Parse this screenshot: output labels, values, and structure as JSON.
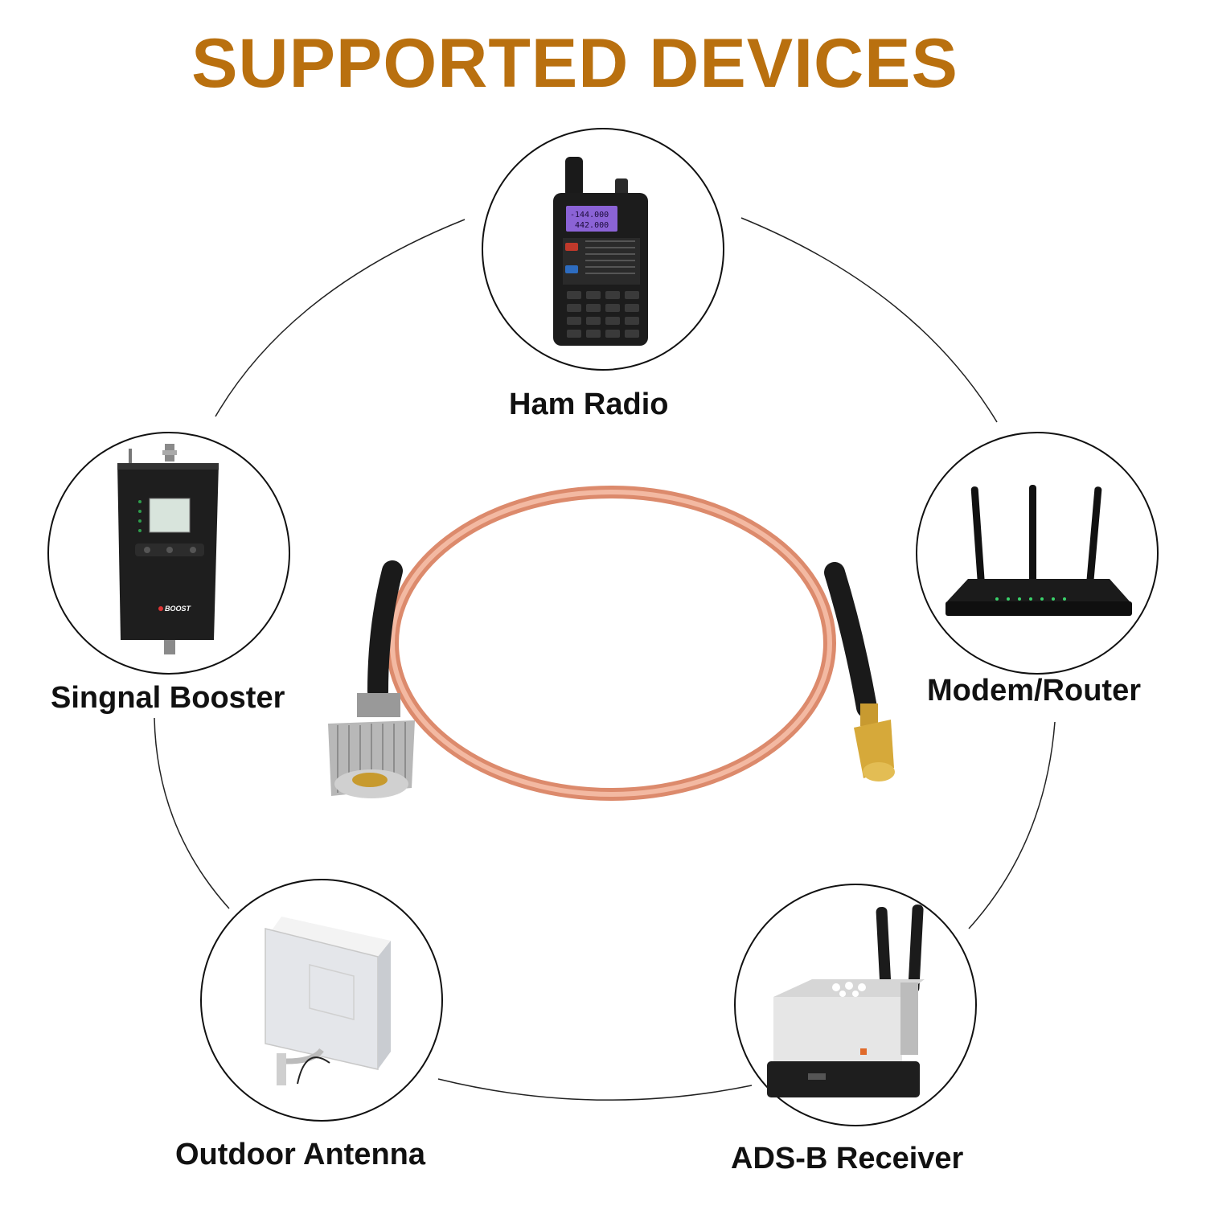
{
  "header": {
    "title": "SUPPORTED DEVICES"
  },
  "devices": [
    {
      "label": "Ham Radio",
      "icon": "ham-radio"
    },
    {
      "label": "Modem/Router",
      "icon": "router"
    },
    {
      "label": "ADS-B Receiver",
      "icon": "adsb-receiver"
    },
    {
      "label": "Outdoor Antenna",
      "icon": "panel-antenna"
    },
    {
      "label": "Singnal Booster",
      "icon": "signal-booster"
    }
  ],
  "radio_screen": {
    "line1": "-144.000",
    "line2": "442.000"
  },
  "booster_brand": "BOOST",
  "colors": {
    "title": "#b9700f",
    "cable": "#e9a38a",
    "connector_n": "#b8b8b8",
    "connector_sma": "#d6a93a"
  }
}
